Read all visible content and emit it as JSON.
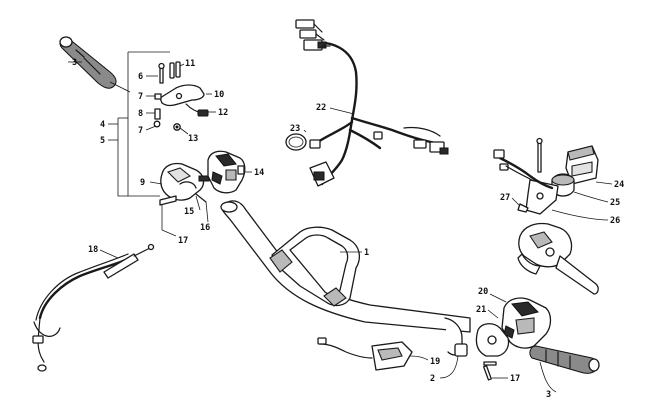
{
  "callouts": [
    {
      "id": "c1",
      "label": "1"
    },
    {
      "id": "c2",
      "label": "2"
    },
    {
      "id": "c3a",
      "label": "3"
    },
    {
      "id": "c3b",
      "label": "3"
    },
    {
      "id": "c4",
      "label": "4"
    },
    {
      "id": "c5",
      "label": "5"
    },
    {
      "id": "c6",
      "label": "6"
    },
    {
      "id": "c7a",
      "label": "7"
    },
    {
      "id": "c7b",
      "label": "7"
    },
    {
      "id": "c8",
      "label": "8"
    },
    {
      "id": "c9",
      "label": "9"
    },
    {
      "id": "c10",
      "label": "10"
    },
    {
      "id": "c11",
      "label": "11"
    },
    {
      "id": "c12",
      "label": "12"
    },
    {
      "id": "c13",
      "label": "13"
    },
    {
      "id": "c14",
      "label": "14"
    },
    {
      "id": "c15",
      "label": "15"
    },
    {
      "id": "c16",
      "label": "16"
    },
    {
      "id": "c17a",
      "label": "17"
    },
    {
      "id": "c17b",
      "label": "17"
    },
    {
      "id": "c18",
      "label": "18"
    },
    {
      "id": "c19",
      "label": "19"
    },
    {
      "id": "c20",
      "label": "20"
    },
    {
      "id": "c21",
      "label": "21"
    },
    {
      "id": "c22",
      "label": "22"
    },
    {
      "id": "c23",
      "label": "23"
    },
    {
      "id": "c24",
      "label": "24"
    },
    {
      "id": "c25",
      "label": "25"
    },
    {
      "id": "c26",
      "label": "26"
    },
    {
      "id": "c27",
      "label": "27"
    }
  ],
  "colors": {
    "line": "#1a1a1a",
    "background": "#ffffff",
    "grip": "#8a8a8a"
  }
}
